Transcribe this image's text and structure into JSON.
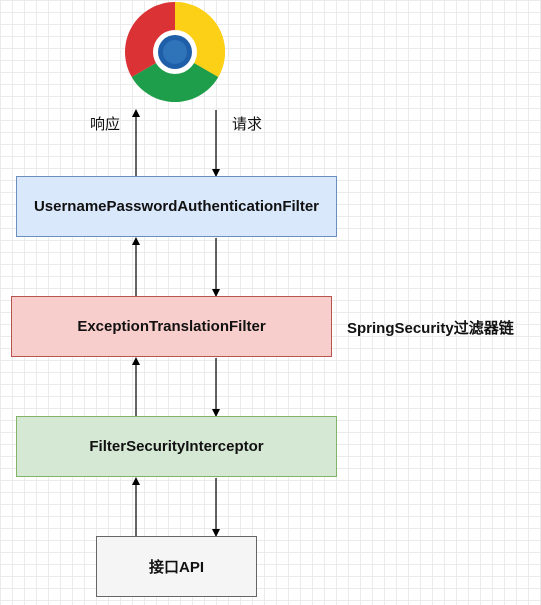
{
  "browser": {
    "icon": "chrome-icon"
  },
  "labels": {
    "response": "响应",
    "request": "请求",
    "chain": "SpringSecurity过滤器链"
  },
  "boxes": {
    "auth_filter": "UsernamePasswordAuthenticationFilter",
    "exception_filter": "ExceptionTranslationFilter",
    "security_interceptor": "FilterSecurityInterceptor",
    "api": "接口API"
  },
  "colors": {
    "auth_fill": "#dae8fc",
    "auth_stroke": "#6c8ebf",
    "exception_fill": "#f8cecc",
    "exception_stroke": "#b85450",
    "interceptor_fill": "#d5e8d4",
    "interceptor_stroke": "#82b366",
    "api_fill": "#f5f5f5",
    "api_stroke": "#666666"
  }
}
